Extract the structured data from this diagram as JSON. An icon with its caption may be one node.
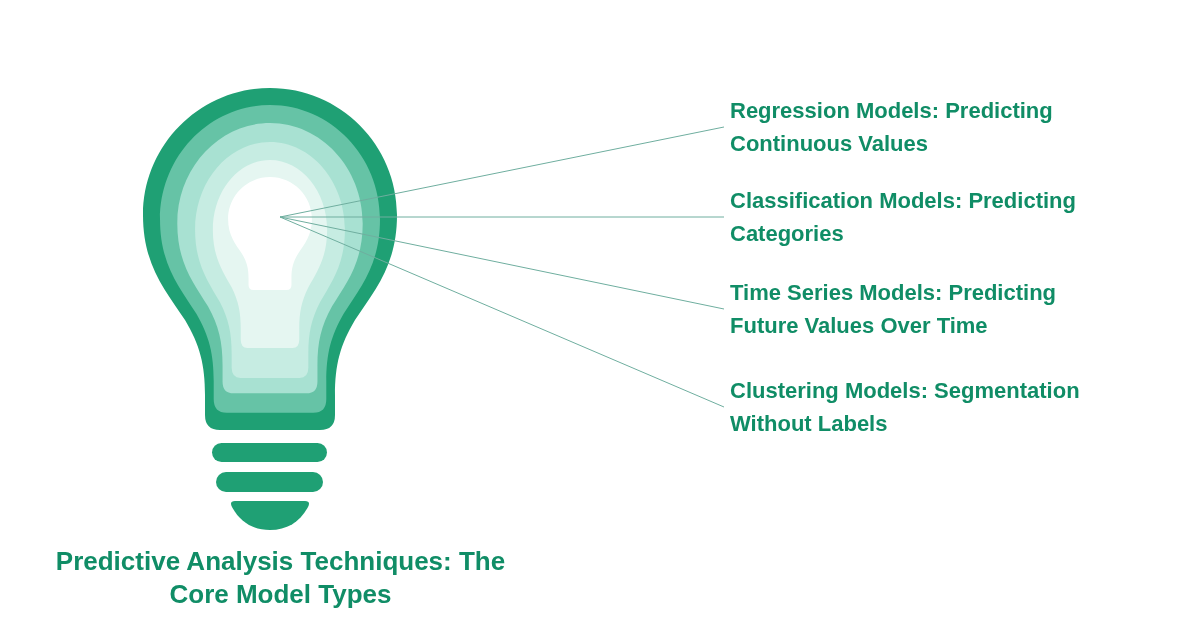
{
  "diagram": {
    "title": "Predictive Analysis Techniques: The Core Model Types",
    "nodes": [
      {
        "text": [],
        "shape": "picture"
      },
      {
        "text": [
          "Regression Models: Predicting Continuous Values"
        ]
      },
      {
        "text": [
          "Classification Models: Predicting Categories"
        ]
      },
      {
        "text": [
          "Time Series Models: Predicting Future Values Over Time"
        ]
      },
      {
        "text": [
          "Clustering Models: Segmentation Without Labels"
        ]
      }
    ],
    "edges": [
      {
        "from": 1,
        "to": 0,
        "arrow": "none"
      },
      {
        "from": 2,
        "to": 0,
        "arrow": "none"
      },
      {
        "from": 3,
        "to": 0,
        "arrow": "none"
      },
      {
        "from": 4,
        "to": 0,
        "arrow": "none"
      }
    ]
  }
}
